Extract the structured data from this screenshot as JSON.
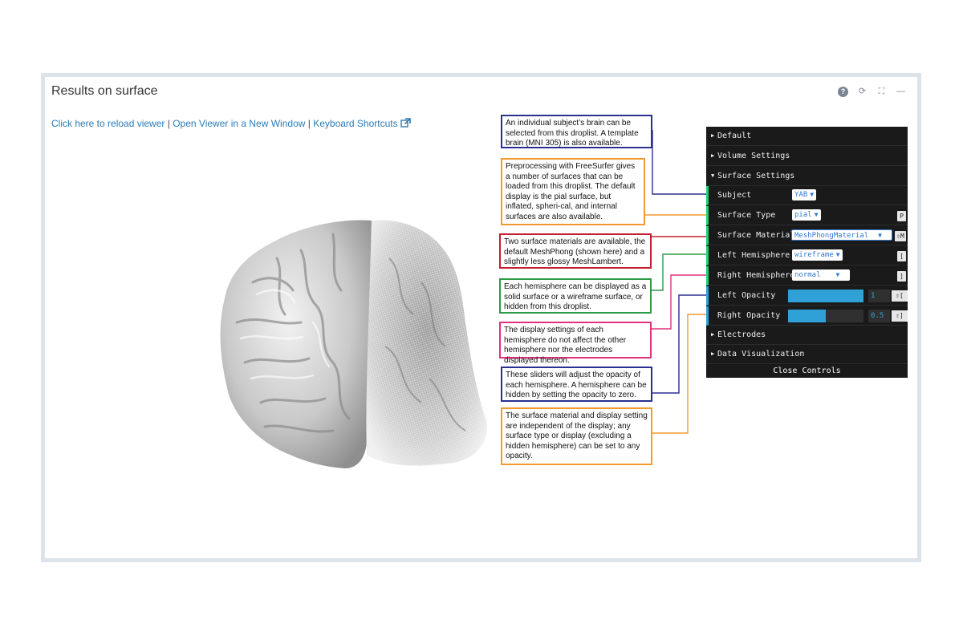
{
  "panel": {
    "title": "Results on surface",
    "tools": [
      "help-icon",
      "refresh-icon",
      "expand-icon",
      "minimize-icon"
    ]
  },
  "links": {
    "reload": "Click here to reload viewer",
    "sep": "|",
    "new_window": "Open Viewer in a New Window",
    "shortcuts": "Keyboard Shortcuts",
    "shortcuts_icon": "external-link-icon"
  },
  "annotations": {
    "subject": "An individual subject’s brain can be selected from this droplist. A template brain (MNI 305) is also available.",
    "surface_type": "Preprocessing with FreeSurfer gives a number of surfaces that can be loaded from this droplist. The default display is the pial surface, but inflated, spheri-cal, and internal surfaces are also available.",
    "material": "Two surface materials are available, the default MeshPhong (shown here) and a slightly less glossy MeshLambert.",
    "hemisphere": "Each hemisphere can be displayed as a solid surface or a wireframe surface, or hidden from this droplist.",
    "independent": "The display settings of each hemisphere do not affect the other hemisphere nor the electrodes displayed thereon.",
    "sliders": "These sliders will adjust the opacity of each hemisphere. A hemisphere can be hidden by setting the opacity to zero.",
    "opacity": "The surface material and display setting are independent of the display; any surface type or display (excluding a hidden hemisphere) can be set to any opacity."
  },
  "colors": {
    "blue": "#2b2f8f",
    "orange": "#f29a2e",
    "red": "#c0202f",
    "green": "#2e9a46",
    "pink": "#e0307f",
    "gui_green": "#1ed36f",
    "gui_blue": "#2fa1d6"
  },
  "gui": {
    "folders": {
      "default": "Default",
      "volume": "Volume Settings",
      "surface": "Surface Settings",
      "electrodes": "Electrodes",
      "data_vis": "Data Visualization"
    },
    "subject": {
      "label": "Subject",
      "value": "YAB"
    },
    "surface_type": {
      "label": "Surface Type",
      "value": "pial",
      "key": "P"
    },
    "surface_material": {
      "label": "Surface Material",
      "value": "MeshPhongMaterial",
      "key": "M",
      "key_mod": "⇧"
    },
    "left_hemisphere": {
      "label": "Left Hemisphere",
      "value": "wireframe",
      "key": "["
    },
    "right_hemisphere": {
      "label": "Right Hemisphere",
      "value": "normal",
      "key": "]"
    },
    "left_opacity": {
      "label": "Left Opacity",
      "value": "1",
      "fraction": 1.0,
      "key": "⇧["
    },
    "right_opacity": {
      "label": "Right Opacity",
      "value": "0.5",
      "fraction": 0.5,
      "key": "⇧]"
    },
    "close": "Close Controls"
  }
}
